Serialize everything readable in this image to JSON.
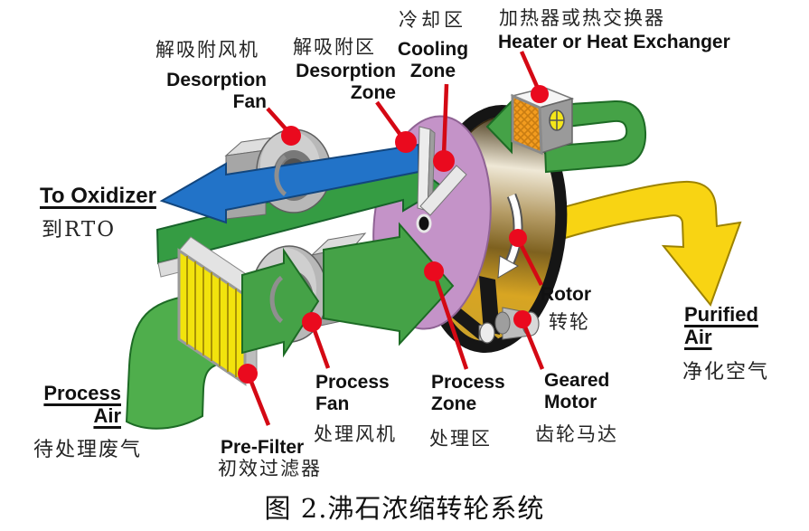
{
  "caption": "图 2.沸石浓缩转轮系统",
  "labels": {
    "desorption_fan": {
      "zh": "解吸附风机",
      "en": "Desorption Fan"
    },
    "desorption_zone": {
      "zh": "解吸附区",
      "en": "Desorption Zone"
    },
    "cooling_zone": {
      "zh": "冷却区",
      "en": "Cooling Zone"
    },
    "heater": {
      "zh": "加热器或热交换器",
      "en": "Heater or Heat Exchanger"
    },
    "to_oxidizer": {
      "en": "To Oxidizer",
      "zh": "到RTO"
    },
    "process_air": {
      "en": "Process Air",
      "zh": "待处理废气"
    },
    "pre_filter": {
      "en": "Pre-Filter",
      "zh": "初效过滤器"
    },
    "process_fan": {
      "en": "Process Fan",
      "zh": "处理风机"
    },
    "process_zone": {
      "en": "Process Zone",
      "zh": "处理区"
    },
    "geared_motor": {
      "en": "Geared Motor",
      "zh": "齿轮马达"
    },
    "rotor": {
      "en": "Rotor",
      "zh": "转轮"
    },
    "purified_air": {
      "en": "Purified Air",
      "zh": "净化空气"
    }
  },
  "colors": {
    "duct_green": "#45a247",
    "duct_green_dark": "#359c43",
    "duct_blue": "#2273c8",
    "duct_yellow": "#f8d413",
    "rotor_purple": "#c493c8",
    "drum_gold": "#d8a522",
    "belt_black": "#151515",
    "heater_orange": "#f39c1f",
    "filter_yellow": "#f2e30d",
    "machine_gray": "#b8b8b8",
    "callout_red": "#e30613"
  }
}
